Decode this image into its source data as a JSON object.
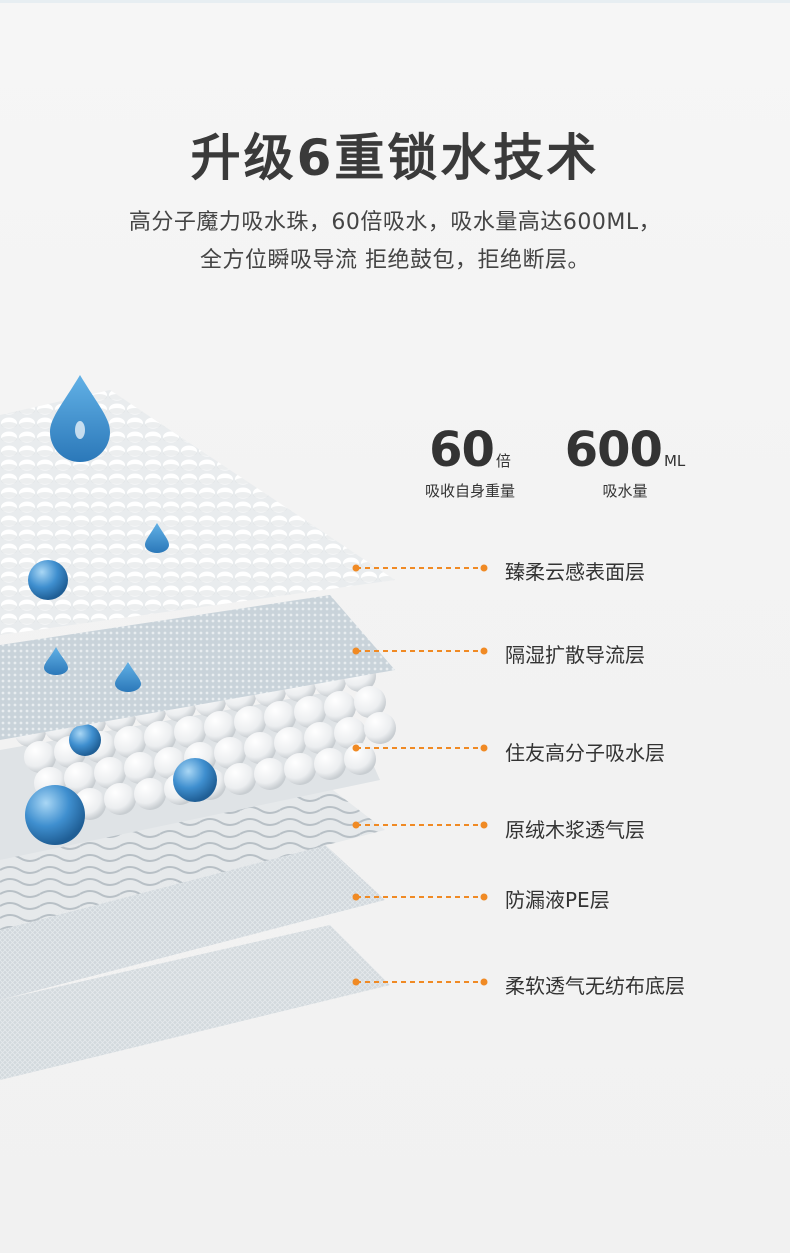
{
  "header": {
    "title": "升级6重锁水技术",
    "subtitle_line1": "高分子魔力吸水珠，60倍吸水，吸水量高达600ML，",
    "subtitle_line2": "全方位瞬吸导流 拒绝鼓包，拒绝断层。"
  },
  "stats": [
    {
      "value": "60",
      "unit": "倍",
      "caption": "吸收自身重量"
    },
    {
      "value": "600",
      "unit": "ML",
      "caption": "吸水量"
    }
  ],
  "layers": [
    {
      "label": "臻柔云感表面层"
    },
    {
      "label": "隔湿扩散导流层"
    },
    {
      "label": "住友高分子吸水层"
    },
    {
      "label": "原绒木浆透气层"
    },
    {
      "label": "防漏液PE层"
    },
    {
      "label": "柔软透气无纺布底层"
    }
  ],
  "colors": {
    "accent": "#f08a24",
    "droplet": "#3f8fcf",
    "text": "#333333"
  }
}
